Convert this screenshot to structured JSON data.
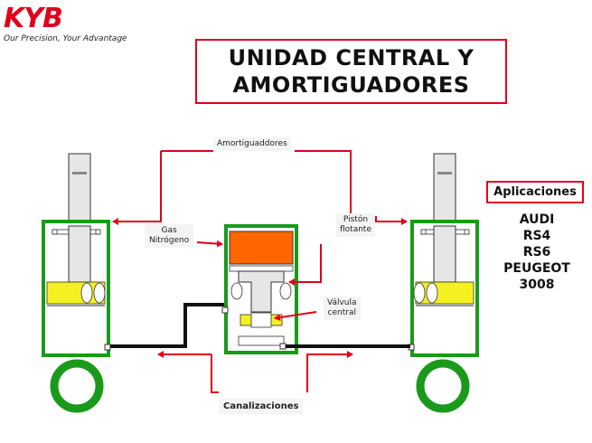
{
  "brand": {
    "logo_text": "KYB",
    "tagline": "Our Precision, Your Advantage",
    "color": "#e2001a"
  },
  "title": {
    "line1": "UNIDAD CENTRAL Y",
    "line2": "AMORTIGUADORES"
  },
  "labels": {
    "amortiguadores": "Amortiguaddores",
    "gas": "Gas\nNitrógeno",
    "piston": "Pistón\nflotante",
    "valvula": "Válvula\ncentral",
    "canalizaciones": "Canalizaciones"
  },
  "aplicaciones": {
    "heading": "Aplicaciones",
    "items": [
      "AUDI",
      "RS4",
      "RS6",
      "PEUGEOT",
      "3008"
    ]
  },
  "colors": {
    "frame": "#1a9a1a",
    "piston_yellow": "#f5f020",
    "gas_orange": "#ff6600",
    "arrow_red": "#e2001a",
    "pipe": "#111111",
    "rod": "#e6e6e6"
  }
}
